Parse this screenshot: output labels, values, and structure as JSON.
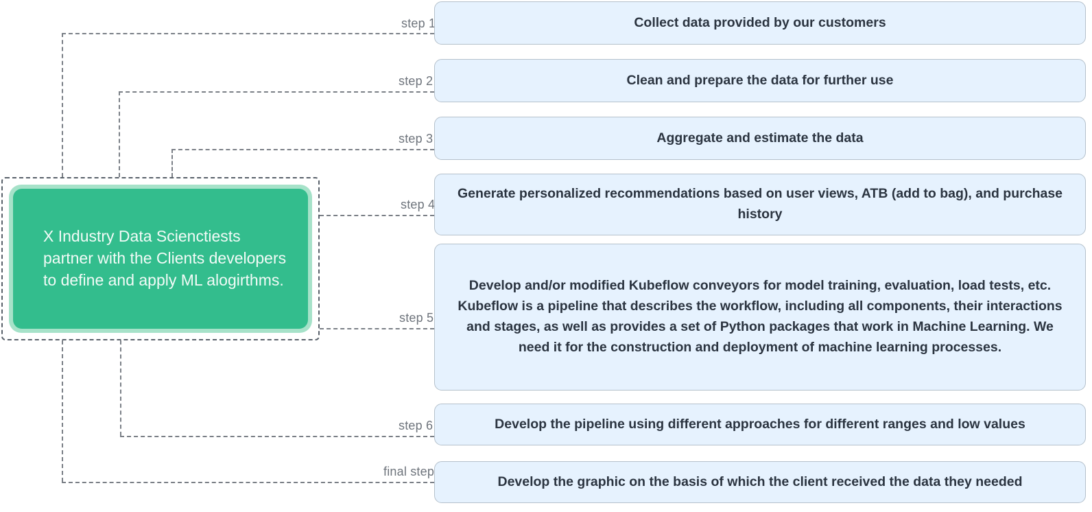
{
  "diagram": {
    "source_card": {
      "text": "X Industry Data Scienctiests partner with the Clients developers to define and apply ML alogirthms.",
      "fill_color": "#33bd8d",
      "border_color": "#a6e2c9"
    },
    "box_fill_color": "#e6f2fe",
    "box_border_color": "#b4c0cb",
    "connector_color": "#7a7f86",
    "steps": [
      {
        "label": "step 1",
        "text": "Collect data provided by our customers"
      },
      {
        "label": "step 2",
        "text": "Clean and prepare the data for further use"
      },
      {
        "label": "step 3",
        "text": "Aggregate and estimate the data"
      },
      {
        "label": "step 4",
        "text": "Generate personalized recommendations based on user views, ATB (add to bag), and purchase history"
      },
      {
        "label": "step 5",
        "text": "Develop and/or modified Kubeflow conveyors for model training, evaluation, load tests, etc. Kubeflow is a pipeline that describes the workflow, including all components, their interactions and stages, as well as provides a set of Python packages that work in Machine Learning. We need it for the construction and deployment of machine learning processes."
      },
      {
        "label": "step 6",
        "text": "Develop the pipeline using different approaches for different ranges and low values"
      },
      {
        "label": "final step",
        "text": "Develop the graphic on the basis of which the client received the data they needed"
      }
    ]
  }
}
